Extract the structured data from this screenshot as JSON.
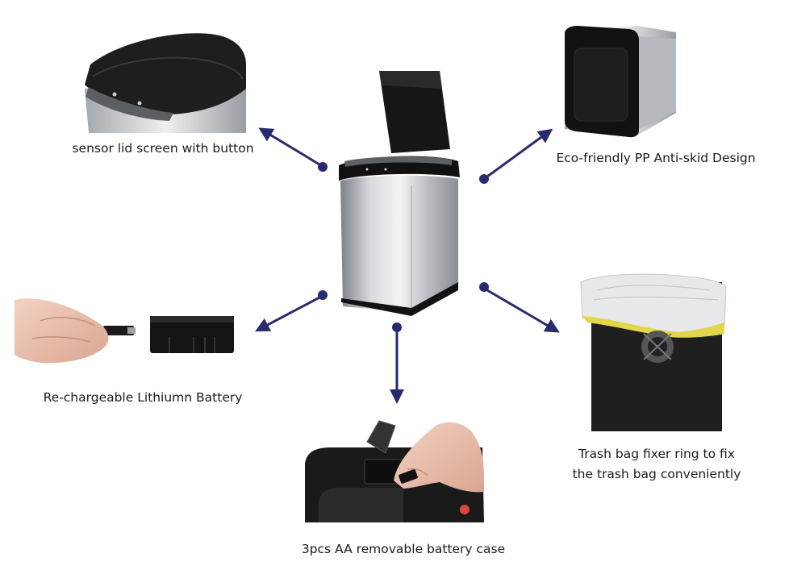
{
  "captions": {
    "sensor_lid": "sensor lid screen with button",
    "anti_skid": "Eco-friendly PP Anti-skid Design",
    "battery": "Re-chargeable Lithiumn Battery",
    "bag_ring_line1": "Trash bag fixer ring to fix",
    "bag_ring_line2": "the trash bag conveniently",
    "aa_case": "3pcs AA removable battery case"
  },
  "colors": {
    "arrow": "#2a2a6e",
    "steel": "#c9cccf",
    "bin_black": "#141414",
    "button_red": "#e0453a"
  }
}
